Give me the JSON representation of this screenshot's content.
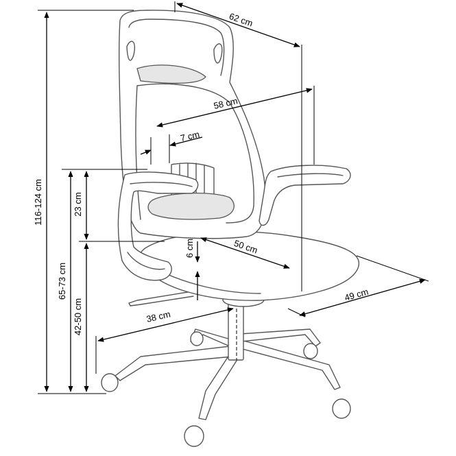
{
  "dimensions": {
    "overall_height": "116-124 cm",
    "seat_height_to_armrest": "65-73 cm",
    "seat_height": "42-50 cm",
    "armrest_height": "23 cm",
    "seat_thickness": "6 cm",
    "total_width": "62 cm",
    "backrest_width": "58 cm",
    "lumbar_width": "7 cm",
    "seat_depth": "50 cm",
    "seat_width": "49 cm",
    "base_radius": "38 cm"
  }
}
